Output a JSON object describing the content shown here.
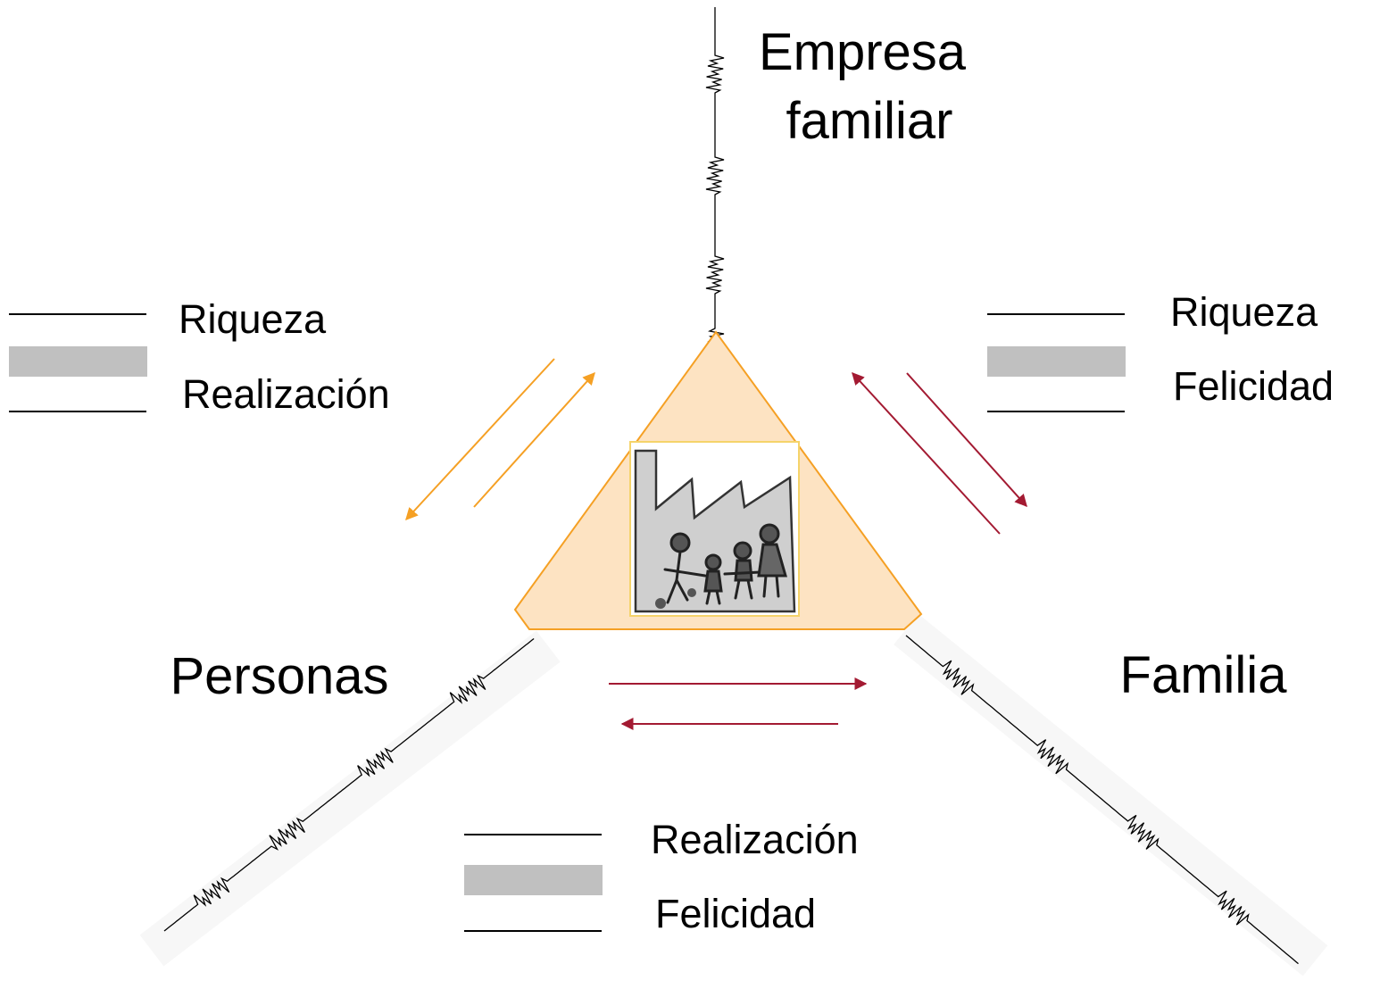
{
  "colors": {
    "triangle_fill": "#fde3c2",
    "triangle_stroke": "#f5a024",
    "orange_arrow": "#f5a024",
    "dark_red_arrow": "#a31a32",
    "band_gray": "#c0c0c0",
    "shadow": "#f7f7f7",
    "drawing_frame": "#f5d36a"
  },
  "vertices": {
    "top": {
      "line1": "Empresa",
      "line2": "familiar"
    },
    "left": "Personas",
    "right": "Familia"
  },
  "legends": {
    "left": {
      "top": "Riqueza",
      "bottom": "Realización"
    },
    "right": {
      "top": "Riqueza",
      "bottom": "Felicidad"
    },
    "bottom": {
      "top": "Realización",
      "bottom": "Felicidad"
    }
  },
  "center_image": {
    "icon": "family-factory-drawing-icon"
  }
}
